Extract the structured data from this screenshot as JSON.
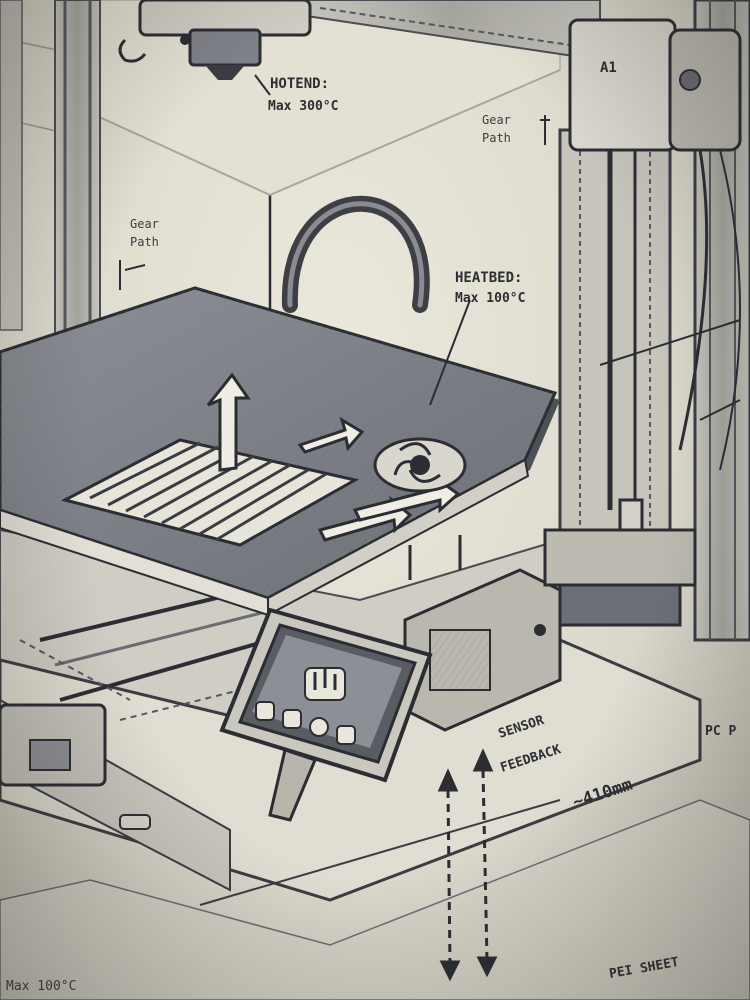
{
  "labels": {
    "hotend_title": "HOTEND:",
    "hotend_max": "Max 300°C",
    "heatbed_title": "HEATBED:",
    "heatbed_max": "Max 100°C",
    "gear_path_upper_1": "Gear",
    "gear_path_upper_2": "Path",
    "gear_path_left_1": "Gear",
    "gear_path_left_2": "Path",
    "sensor_1": "SENSOR",
    "sensor_2": "FEEDBACK",
    "dimension": "~410mm",
    "pei_sheet": "PEI SHEET",
    "bottom_left_note": "Max 100°C",
    "right_edge_note": "PC P",
    "carriage_mark": "A1"
  },
  "screen_icons": [
    "hand-icon",
    "home-icon",
    "pause-icon",
    "settings-icon",
    "power-icon"
  ],
  "colors": {
    "paper": "#e6e3d7",
    "ink": "#2b2d33",
    "bed": "#7c7f86",
    "frame": "#b9b8b0"
  }
}
